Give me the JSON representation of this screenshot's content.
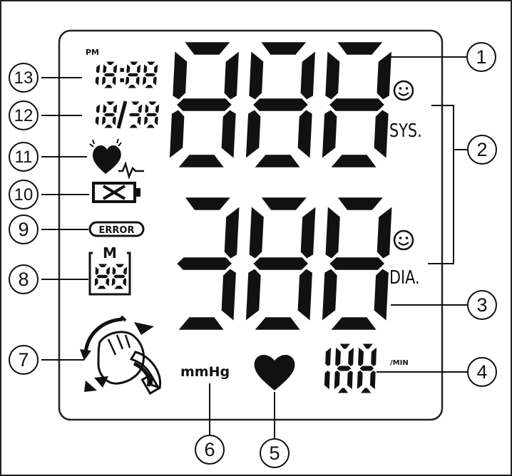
{
  "callouts": {
    "n1": "1",
    "n2": "2",
    "n3": "3",
    "n4": "4",
    "n5": "5",
    "n6": "6",
    "n7": "7",
    "n8": "8",
    "n9": "9",
    "n10": "10",
    "n11": "11",
    "n12": "12",
    "n13": "13"
  },
  "display": {
    "pm": "PM",
    "time": "18:88",
    "date": "18/38",
    "error": "ERROR",
    "memory_label": "M",
    "memory_value": "88",
    "systolic_digits": "888",
    "diastolic_digits": "388",
    "pulse_digits": "188",
    "sys_label": "SYS.",
    "dia_label": "DIA.",
    "unit": "mmHg",
    "per_min": "/MIN"
  },
  "icons": {
    "smiley": "smiley-icon",
    "heart_pulse": "irregular-heartbeat-icon",
    "battery": "low-battery-icon",
    "heart": "heart-icon",
    "cuff": "cuff-position-icon"
  },
  "colors": {
    "ink": "#111111",
    "background": "#ffffff"
  }
}
